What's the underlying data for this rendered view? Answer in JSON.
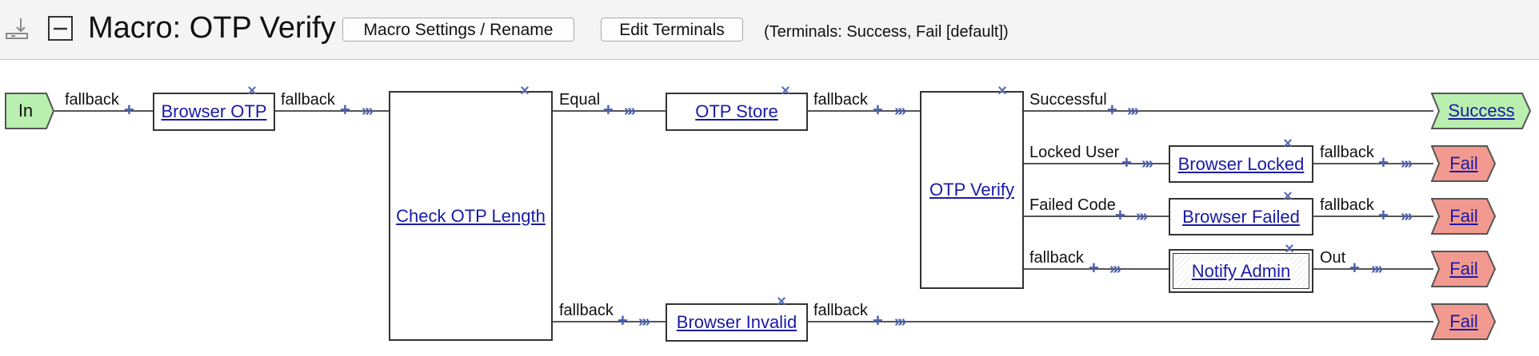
{
  "header": {
    "title": "Macro: OTP Verify",
    "settings_button": "Macro Settings / Rename",
    "edit_terminals_button": "Edit Terminals",
    "terminals_info": "(Terminals: Success, Fail [default])",
    "icons": [
      "export-icon",
      "collapse-icon"
    ]
  },
  "flow": {
    "in_label": "In",
    "nodes": {
      "browser_otp": "Browser OTP",
      "check_otp_length": "Check OTP Length",
      "otp_store": "OTP Store",
      "otp_verify": "OTP Verify",
      "browser_locked": "Browser Locked",
      "browser_failed": "Browser Failed",
      "notify_admin": "Notify Admin",
      "browser_invalid": "Browser Invalid"
    },
    "connections": {
      "in_out": "fallback",
      "browser_otp_out": "fallback",
      "check_equal": "Equal",
      "check_fallback": "fallback",
      "otp_store_out": "fallback",
      "verify_successful": "Successful",
      "verify_locked": "Locked User",
      "verify_failed": "Failed Code",
      "verify_fallback": "fallback",
      "browser_locked_out": "fallback",
      "browser_failed_out": "fallback",
      "notify_admin_out": "Out",
      "browser_invalid_out": "fallback"
    },
    "terminals": {
      "success": "Success",
      "fail_1": "Fail",
      "fail_2": "Fail",
      "fail_3": "Fail",
      "fail_4": "Fail"
    },
    "colors": {
      "in_fill": "#b9f0b0",
      "success_fill": "#b9f0b0",
      "fail_fill": "#f29a90",
      "link": "#1a1aa6",
      "icon": "#4a5fb0"
    }
  }
}
